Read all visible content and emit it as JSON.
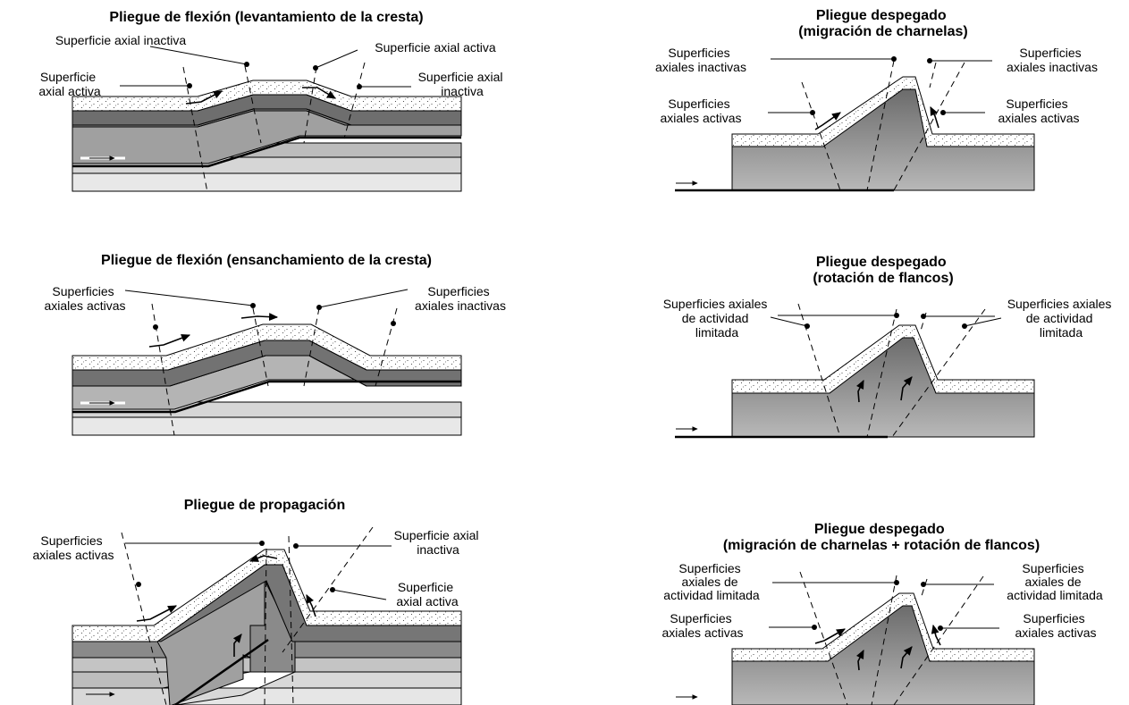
{
  "panels": {
    "fb_uplift": {
      "title": "Pliegue de flexión (levantamiento de la cresta)",
      "label_inactive_top": "Superficie axial inactiva",
      "label_active_left": [
        "Superficie",
        "axial activa"
      ],
      "label_active_right": "Superficie axial activa",
      "label_inactive_right": [
        "Superficie axial",
        "inactiva"
      ]
    },
    "fb_widening": {
      "title": "Pliegue de flexión (ensanchamiento de la cresta)",
      "label_active": [
        "Superficies",
        "axiales activas"
      ],
      "label_inactive": [
        "Superficies",
        "axiales inactivas"
      ]
    },
    "propagation": {
      "title": "Pliegue de propagación",
      "label_active_left": [
        "Superficies",
        "axiales activas"
      ],
      "label_inactive_right": [
        "Superficie axial",
        "inactiva"
      ],
      "label_active_right": [
        "Superficie",
        "axial activa"
      ]
    },
    "det_migration": {
      "title": [
        "Pliegue despegado",
        "(migración de charnelas)"
      ],
      "label_inactive_left": [
        "Superficies",
        "axiales inactivas"
      ],
      "label_inactive_right": [
        "Superficies",
        "axiales inactivas"
      ],
      "label_active_left": [
        "Superficies",
        "axiales activas"
      ],
      "label_active_right": [
        "Superficies",
        "axiales activas"
      ]
    },
    "det_rotation": {
      "title": [
        "Pliegue despegado",
        "(rotación de flancos)"
      ],
      "label_left": [
        "Superficies axiales",
        "de actividad",
        "limitada"
      ],
      "label_right": [
        "Superficies axiales",
        "de actividad",
        "limitada"
      ]
    },
    "det_both": {
      "title": [
        "Pliegue despegado",
        "(migración de charnelas + rotación de flancos)"
      ],
      "label_limited_left": [
        "Superficies",
        "axiales de",
        "actividad limitada"
      ],
      "label_limited_right": [
        "Superficies",
        "axiales de",
        "actividad limitada"
      ],
      "label_active_left": [
        "Superficies",
        "axiales activas"
      ],
      "label_active_right": [
        "Superficies",
        "axiales activas"
      ]
    }
  }
}
